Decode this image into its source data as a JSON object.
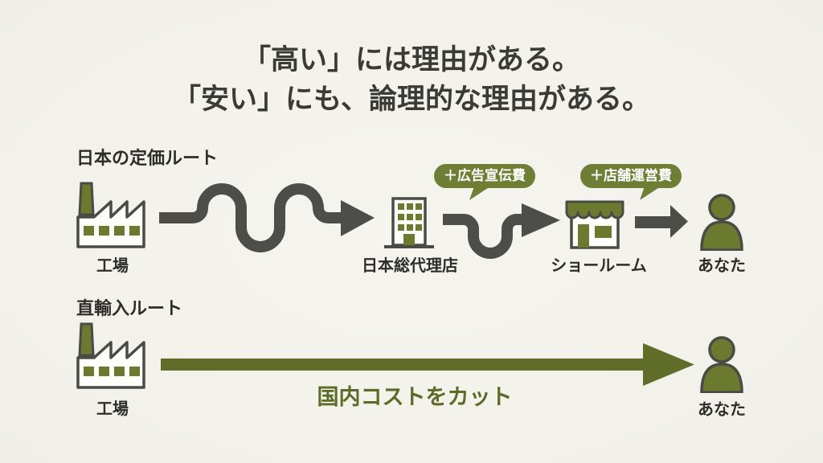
{
  "colors": {
    "background": "#f3f2ec",
    "title_text": "#3a3a37",
    "label_text": "#2d2d2b",
    "arrow_dark": "#4d4d4a",
    "icon_outline": "#4a4a47",
    "icon_fill": "#ffffff",
    "olive": "#6b7a2f",
    "olive_dark": "#5f6d28",
    "badge_background": "#6f7e35",
    "badge_text": "#ffffff"
  },
  "title": {
    "line1": "「高い」には理由がある。",
    "line2": "「安い」にも、論理的な理由がある。"
  },
  "route_regular": {
    "label": "日本の定価ルート",
    "factory_label": "工場",
    "distributor_label": "日本総代理店",
    "showroom_label": "ショールーム",
    "consumer_label": "あなた",
    "badge_advertising": "＋広告宣伝費",
    "badge_store_ops": "＋店舗運営費"
  },
  "route_direct": {
    "label": "直輸入ルート",
    "factory_label": "工場",
    "consumer_label": "あなた",
    "arrow_caption": "国内コストをカット"
  },
  "icons": {
    "factory": "factory-icon",
    "distributor": "office-building-icon",
    "showroom": "storefront-icon",
    "consumer": "person-icon",
    "winding_path": "squiggle-arrow-icon",
    "direct_path": "straight-arrow-icon"
  }
}
